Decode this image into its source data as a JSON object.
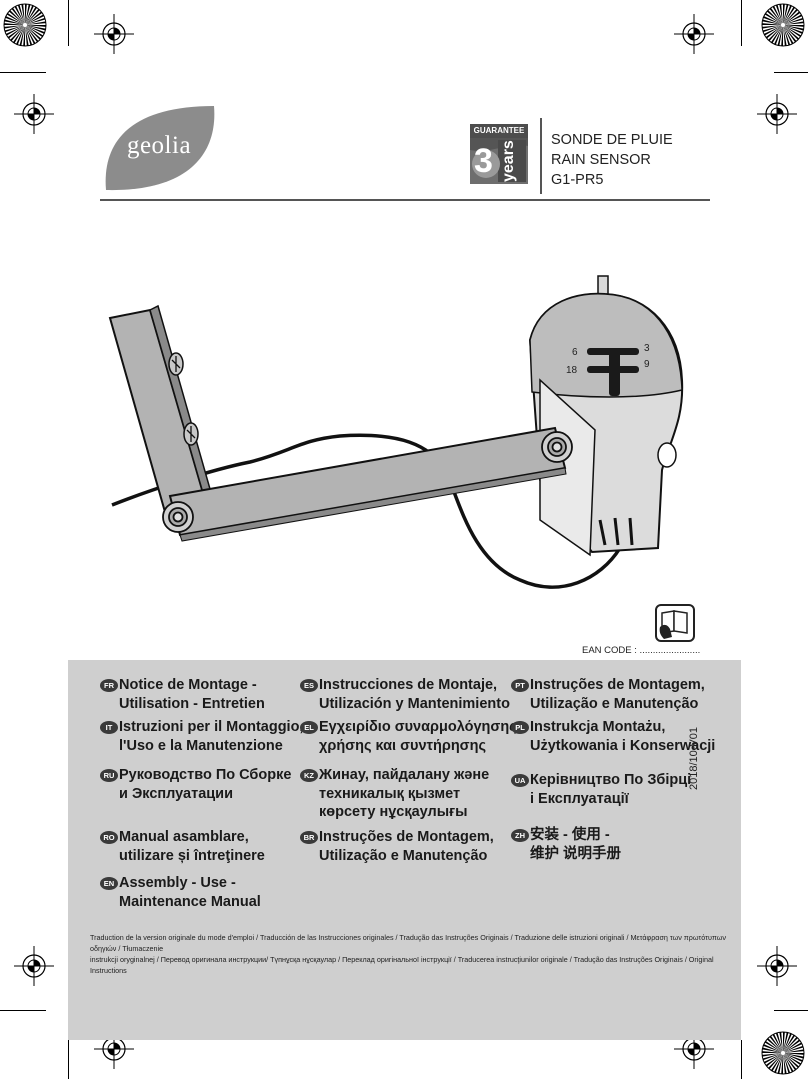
{
  "brand": {
    "logo_text": "geolia",
    "logo_color": "#8c8c8c"
  },
  "guarantee": {
    "label": "GUARANTEE",
    "number": "3",
    "unit": "years"
  },
  "product": {
    "title_fr": "SONDE DE PLUIE",
    "title_en": "RAIN SENSOR",
    "model": "G1-PR5"
  },
  "dial": {
    "labels": [
      "6",
      "3",
      "18",
      "9"
    ]
  },
  "ean": {
    "label": "EAN CODE : ......................."
  },
  "panel_color": "#cfcfcf",
  "manuals": [
    {
      "code": "FR",
      "lines": [
        "Notice de Montage -",
        "Utilisation - Entretien"
      ]
    },
    {
      "code": "IT",
      "lines": [
        "Istruzioni per il Montaggio,",
        "l'Uso e la Manutenzione"
      ]
    },
    {
      "code": "RU",
      "lines": [
        "Руководство По Сборке",
        "и Эксплуатации"
      ]
    },
    {
      "code": "RO",
      "lines": [
        "Manual asamblare,",
        "utilizare și întreţinere"
      ]
    },
    {
      "code": "EN",
      "lines": [
        "Assembly - Use -",
        "Maintenance Manual"
      ]
    },
    {
      "code": "ES",
      "lines": [
        "Instrucciones de Montaje,",
        "Utilización y Mantenimiento"
      ]
    },
    {
      "code": "EL",
      "lines": [
        "Εγχειρίδιο συναρμολόγησης,",
        "χρήσης και συντήρησης"
      ]
    },
    {
      "code": "KZ",
      "lines": [
        "Жинау, пайдалану және",
        "техникалық қызмет",
        "көрсету нұсқаулығы"
      ]
    },
    {
      "code": "BR",
      "lines": [
        "Instruções de Montagem,",
        "Utilização e Manutenção"
      ]
    },
    {
      "code": "PT",
      "lines": [
        "Instruções de Montagem,",
        "Utilização e Manutenção"
      ]
    },
    {
      "code": "PL",
      "lines": [
        "Instrukcja Montażu,",
        "Użytkowania i Konserwacji"
      ]
    },
    {
      "code": "UA",
      "lines": [
        "Керівництво По Збірці",
        "і Експлуатації"
      ]
    },
    {
      "code": "ZH",
      "lines": [
        "安装 - 使用 -",
        "维护 说明手册"
      ]
    }
  ],
  "version": "2018/10-V01",
  "translations_note": {
    "line1": "Traduction de la version originale du mode d'emploi / Traducción de las Instrucciones originales / Tradução das Instruções Originais / Traduzione delle istruzioni originali / Μετάφραση των πρωτότυπων οδηγιών / Tłumaczenie",
    "line2": "instrukcji oryginalnej / Перевод оригинала инструкции/ Түпнұсқа нұсқаулар / Переклад оригінальної інструкції / Traducerea instrucţiunilor originale / Tradução das Instruções Originais / Original Instructions"
  }
}
